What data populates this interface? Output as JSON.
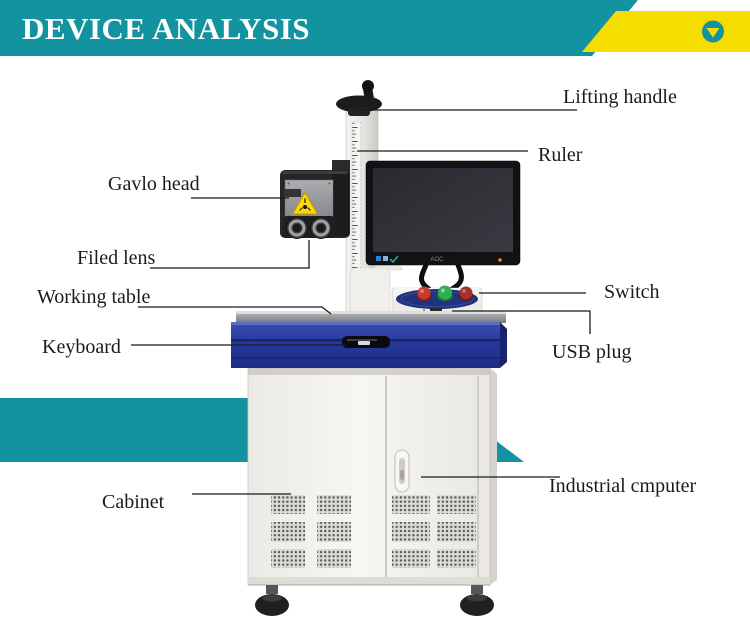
{
  "header": {
    "title": "DEVICE ANALYSIS",
    "accent_icon": "chevron-down-icon"
  },
  "labels": {
    "lifting_handle": "Lifting handle",
    "ruler": "Ruler",
    "gavlo_head": "Gavlo head",
    "filed_lens": "Filed lens",
    "working_table": "Working table",
    "switch": "Switch",
    "keyboard": "Keyboard",
    "usb_plug": "USB plug",
    "cabinet": "Cabinet",
    "industrial_computer": "Industrial cmputer"
  },
  "machine": {
    "monitor_logo": "AOC"
  },
  "colors": {
    "teal": "#12939f",
    "yellow": "#f6dd00",
    "table_blue": "#2c3b9e",
    "label_text": "#1b1b1b"
  }
}
